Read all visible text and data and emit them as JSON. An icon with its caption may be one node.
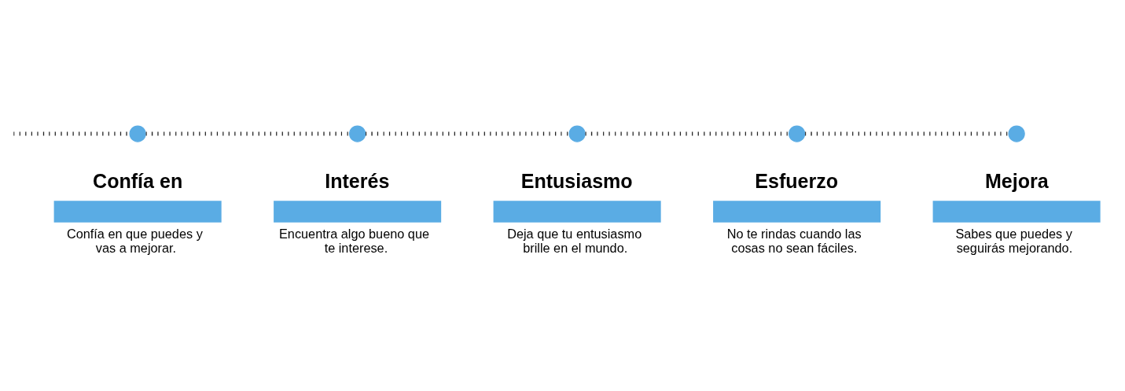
{
  "diagram": {
    "nodes": [
      {
        "text": [
          "Confía en",
          "Confía en que puedes y vas a mejorar."
        ]
      },
      {
        "text": [
          "Interés",
          "Encuentra algo bueno que te interese."
        ]
      },
      {
        "text": [
          "Entusiasmo",
          "Deja que tu entusiasmo brille en el mundo."
        ]
      },
      {
        "text": [
          "Esfuerzo",
          "No te rindas cuando las cosas no sean fáciles."
        ]
      },
      {
        "text": [
          "Mejora",
          "Sabes que puedes y seguirás mejorando."
        ]
      },
      {
        "text": [],
        "shape": "circle"
      },
      {
        "text": [],
        "shape": "circle"
      },
      {
        "text": [],
        "shape": "circle"
      },
      {
        "text": [],
        "shape": "circle"
      },
      {
        "text": [],
        "shape": "circle"
      }
    ],
    "edges": [
      {
        "from": null,
        "to": 5,
        "arrow": "none",
        "style": "dashed"
      },
      {
        "from": 5,
        "to": 6,
        "arrow": "none",
        "style": "dashed"
      },
      {
        "from": 6,
        "to": 7,
        "arrow": "none",
        "style": "dashed"
      },
      {
        "from": 7,
        "to": 8,
        "arrow": "none",
        "style": "dashed"
      },
      {
        "from": 8,
        "to": 9,
        "arrow": "none",
        "style": "dashed"
      }
    ]
  }
}
